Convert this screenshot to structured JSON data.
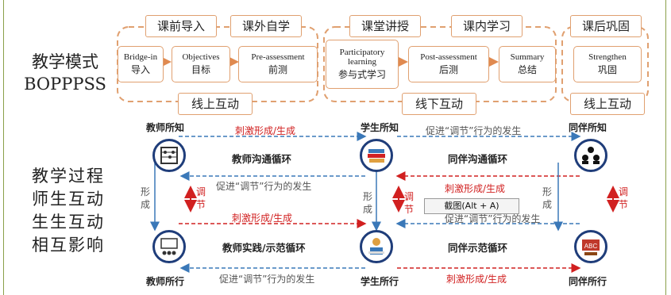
{
  "side_title_top": [
    "教学模式",
    "BOPPPSS"
  ],
  "side_title_bottom": [
    "教学过程",
    "师生互动",
    "生生互动",
    "相互影响"
  ],
  "stages": {
    "pre": {
      "top": [
        "课前导入",
        "课外自学"
      ],
      "bottom": "线上互动"
    },
    "in": {
      "top": [
        "课堂讲授",
        "课内学习"
      ],
      "bottom": "线下互动"
    },
    "post": {
      "top": "课后巩固",
      "bottom": "线上互动"
    }
  },
  "boxes": [
    {
      "en": "Bridge-in",
      "zh": "导入"
    },
    {
      "en": "Objectives",
      "zh": "目标"
    },
    {
      "en": "Pre-assessment",
      "zh": "前测"
    },
    {
      "en": "Participatory learning",
      "zh": "参与式学习"
    },
    {
      "en": "Post-assessment",
      "zh": "后测"
    },
    {
      "en": "Summary",
      "zh": "总结"
    },
    {
      "en": "Strengthen",
      "zh": "巩固"
    }
  ],
  "nodes": {
    "teacher_know": "教师所知",
    "student_know": "学生所知",
    "peer_know": "同伴所知",
    "teacher_do": "教师所行",
    "student_do": "学生所行",
    "peer_do": "同伴所行"
  },
  "cycles": {
    "teacher_comm": "教师沟通循环",
    "peer_comm": "同伴沟通循环",
    "teacher_practice": "教师实践/示范循环",
    "peer_practice": "同伴示范循环"
  },
  "arrow_labels": {
    "stimulate": "刺激形成/生成",
    "promote": "促进“调节”行为的发生",
    "form": "形成",
    "regulate": "调节"
  },
  "tooltip": "截图(Alt + A)",
  "colors": {
    "orange": "#e0a070",
    "blue": "#3a78b8",
    "red": "#d12020",
    "navy": "#1f3d7a",
    "frame": "#8aa04a"
  },
  "icons": [
    "abacus-icon",
    "books-icon",
    "group-icon",
    "classroom-icon",
    "reader-icon",
    "abc-board-icon"
  ]
}
